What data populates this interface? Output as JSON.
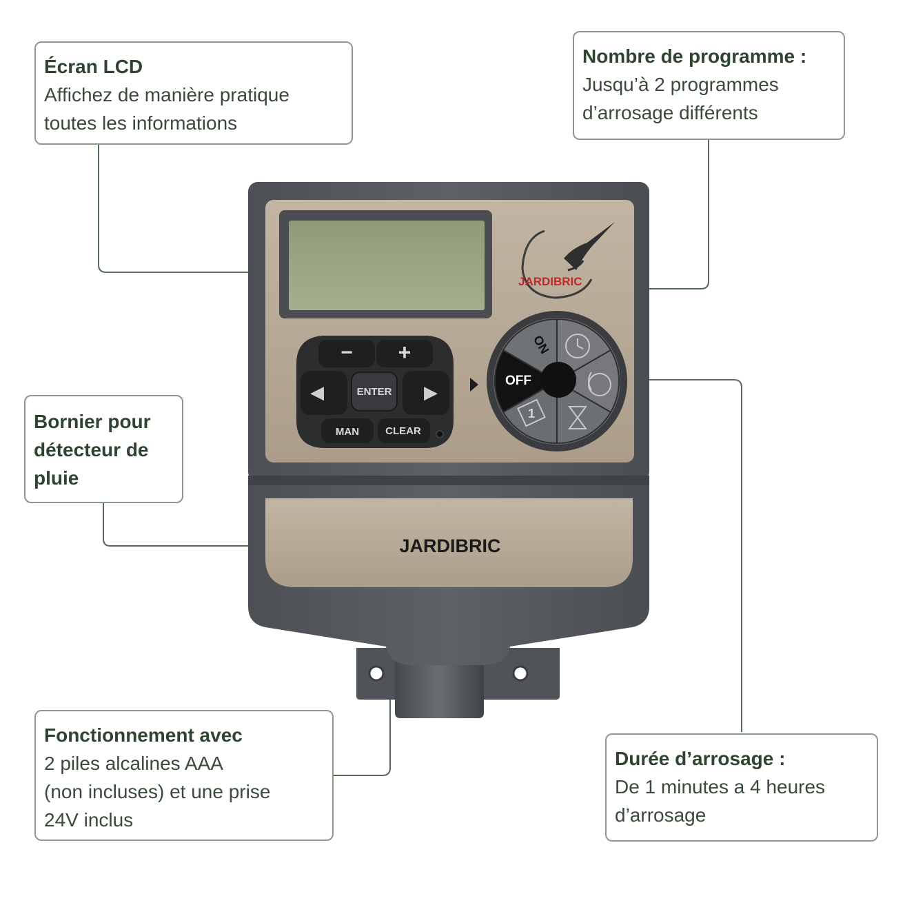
{
  "callouts": {
    "lcd": {
      "title": "Écran LCD",
      "lines": [
        "Affichez de manière pratique",
        "toutes les informations"
      ]
    },
    "programs": {
      "title": "Nombre de programme :",
      "lines": [
        "Jusqu’à 2 programmes",
        "d’arrosage différents"
      ]
    },
    "rain": {
      "title_lines": [
        "Bornier pour",
        "détecteur de",
        "pluie"
      ]
    },
    "power": {
      "title": "Fonctionnement avec",
      "lines": [
        "2 piles alcalines AAA",
        "(non incluses) et une prise",
        "24V inclus"
      ]
    },
    "duration": {
      "title": "Durée d’arrosage :",
      "lines": [
        "De 1 minutes a 4 heures",
        "d’arrosage"
      ]
    }
  },
  "device": {
    "logo_text": "JARDIBRIC",
    "brand_label": "JARDIBRIC",
    "keypad": {
      "minus": "−",
      "plus": "+",
      "enter": "ENTER",
      "man": "MAN",
      "clear": "CLEAR",
      "left": "◀",
      "right": "▶"
    },
    "dial": {
      "on": "ON",
      "off": "OFF",
      "day_number": "1"
    }
  },
  "colors": {
    "callout_text": "#2e4330",
    "callout_border": "#8a9a8a",
    "housing": "#56595d",
    "faceplate": "#b9ab98",
    "lcd": "#9aa582",
    "logo_red": "#c0282b"
  },
  "icons": [
    "clock-sun-icon",
    "clock-moon-icon",
    "hourglass-icon",
    "calendar-icon",
    "heron-logo-icon"
  ]
}
